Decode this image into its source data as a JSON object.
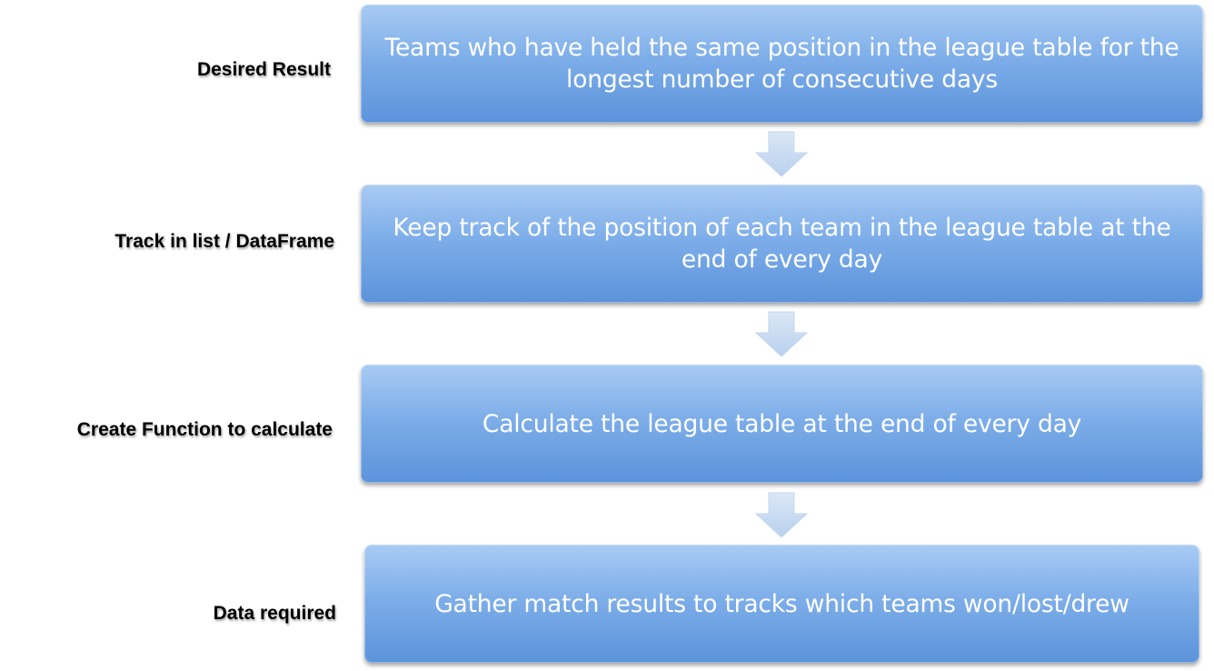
{
  "steps": [
    {
      "label": "Desired Result",
      "text": "Teams who have held the same position in the league table for the longest number of consecutive days"
    },
    {
      "label": "Track in list / DataFrame",
      "text": "Keep track of the position of each team in the league table at the end of every day"
    },
    {
      "label": "Create Function to calculate",
      "text": "Calculate the league table at the end of every day"
    },
    {
      "label": "Data required",
      "text": "Gather match results to tracks which teams won/lost/drew"
    }
  ],
  "colors": {
    "box_top": "#a9cbf4",
    "box_bottom": "#5b93db",
    "arrow": "#c9dcf3"
  }
}
